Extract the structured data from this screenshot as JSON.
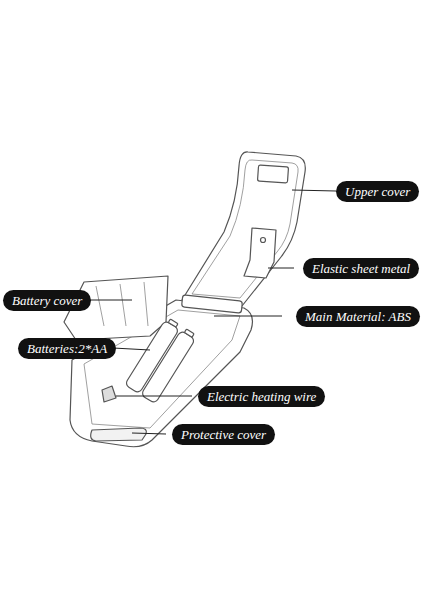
{
  "diagram": {
    "nodes": [
      {
        "text": [
          "Upper cover"
        ]
      },
      {
        "text": [
          "Elastic sheet metal"
        ]
      },
      {
        "text": [
          "Battery cover"
        ]
      },
      {
        "text": [
          "Main Material: ABS"
        ]
      },
      {
        "text": [
          "Batteries:2*AA"
        ]
      },
      {
        "text": [
          "Electric heating wire"
        ]
      },
      {
        "text": [
          "Protective cover"
        ]
      }
    ]
  }
}
